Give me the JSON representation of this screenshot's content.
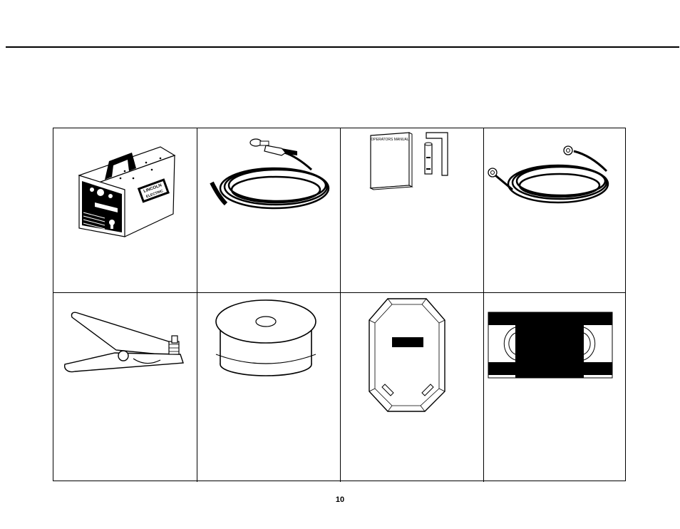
{
  "illustrations": {
    "welder": {
      "brand_top": "LINCOLN",
      "brand_bottom": "ELECTRIC"
    },
    "manual": {
      "title": "OPERATORS MANUAL"
    }
  },
  "footer": {
    "page_number": "10"
  }
}
